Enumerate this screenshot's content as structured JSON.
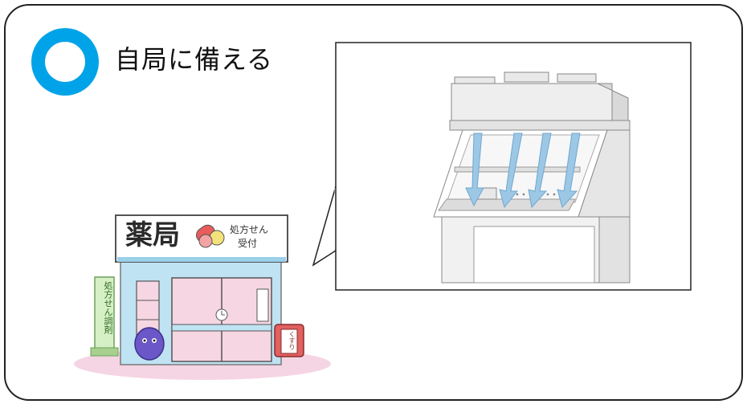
{
  "heading": "自局に備える",
  "shop": {
    "sign_main": "薬局",
    "sign_sub_line1": "処方せん",
    "sign_sub_line2": "受付",
    "side_banner": "処方せん調剤",
    "stand_sign": "くすり"
  },
  "colors": {
    "marker_fill": "#00a3e8",
    "arrow": "#9cc8e6",
    "shop_wall": "#bfe3f3",
    "shop_window": "#f6d6e2",
    "banner_green": "#d6f0c6",
    "character": "#6b57c7"
  },
  "icons": {
    "marker": "circle-marker-icon",
    "pills": "pills-icon",
    "airflow": "airflow-arrow-icon"
  }
}
